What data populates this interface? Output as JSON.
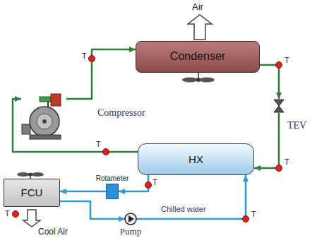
{
  "diagram": {
    "nodes": [
      {
        "text": [
          "Condenser"
        ]
      },
      {
        "text": [
          "Compressor"
        ]
      },
      {
        "text": [
          "TEV"
        ]
      },
      {
        "text": [
          "HX"
        ]
      },
      {
        "text": [
          "FCU"
        ]
      },
      {
        "text": [
          "Rotameter"
        ]
      },
      {
        "text": [
          "Pump"
        ]
      }
    ],
    "edges": [
      {
        "from": 1,
        "to": 0,
        "arrow": "to"
      },
      {
        "from": 0,
        "to": 2,
        "arrow": "to"
      },
      {
        "from": 2,
        "to": 3,
        "arrow": "to"
      },
      {
        "from": 3,
        "to": 1,
        "arrow": "to"
      },
      {
        "from": 3,
        "to": 5,
        "arrow": "to"
      },
      {
        "from": 5,
        "to": 4,
        "arrow": "to"
      },
      {
        "from": 4,
        "to": 6,
        "arrow": "to"
      },
      {
        "from": 6,
        "to": 3,
        "arrow": "to"
      }
    ],
    "labels": [
      "Air",
      "T",
      "T",
      "T",
      "T",
      "T",
      "T",
      "T",
      "Chilled water",
      "Cool Air"
    ]
  }
}
